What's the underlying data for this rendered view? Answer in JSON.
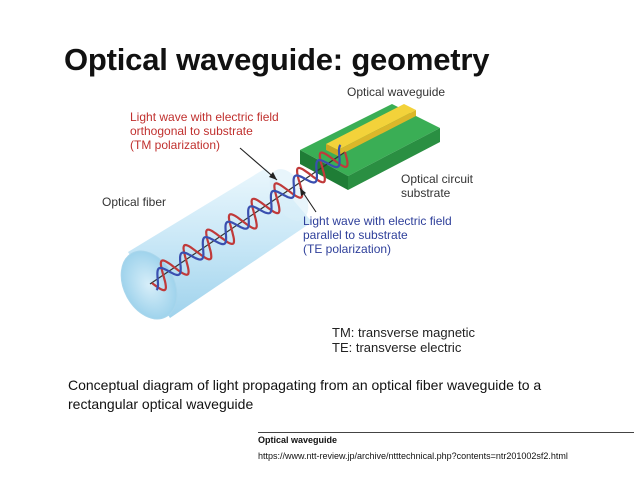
{
  "slide": {
    "title": "Optical waveguide: geometry"
  },
  "diagram": {
    "labels": {
      "tm_wave": [
        "Light wave with electric field",
        "orthogonal to substrate",
        "(TM polarization)"
      ],
      "optical_fiber": "Optical fiber",
      "optical_waveguide": "Optical waveguide",
      "optical_circuit_substrate": [
        "Optical circuit",
        "substrate"
      ],
      "te_wave": [
        "Light wave with electric field",
        "parallel to substrate",
        "(TE polarization)"
      ]
    },
    "legend": {
      "tm": "TM: transverse magnetic",
      "te": "TE: transverse electric"
    },
    "colors": {
      "red_label": "#c0302e",
      "blue_label": "#2e3f9a",
      "fiber": "#bfe3f5",
      "substrate_green": "#2e9a45",
      "waveguide_yellow": "#f3d23a",
      "wave_red": "#c03a3a",
      "wave_blue": "#3a4fb0"
    }
  },
  "caption": {
    "lines": [
      "Conceptual diagram of light propagating from an optical fiber waveguide to a",
      "rectangular optical waveguide"
    ]
  },
  "source": {
    "title": "Optical waveguide",
    "url": "https://www.ntt-review.jp/archive/ntttechnical.php?contents=ntr201002sf2.html"
  }
}
